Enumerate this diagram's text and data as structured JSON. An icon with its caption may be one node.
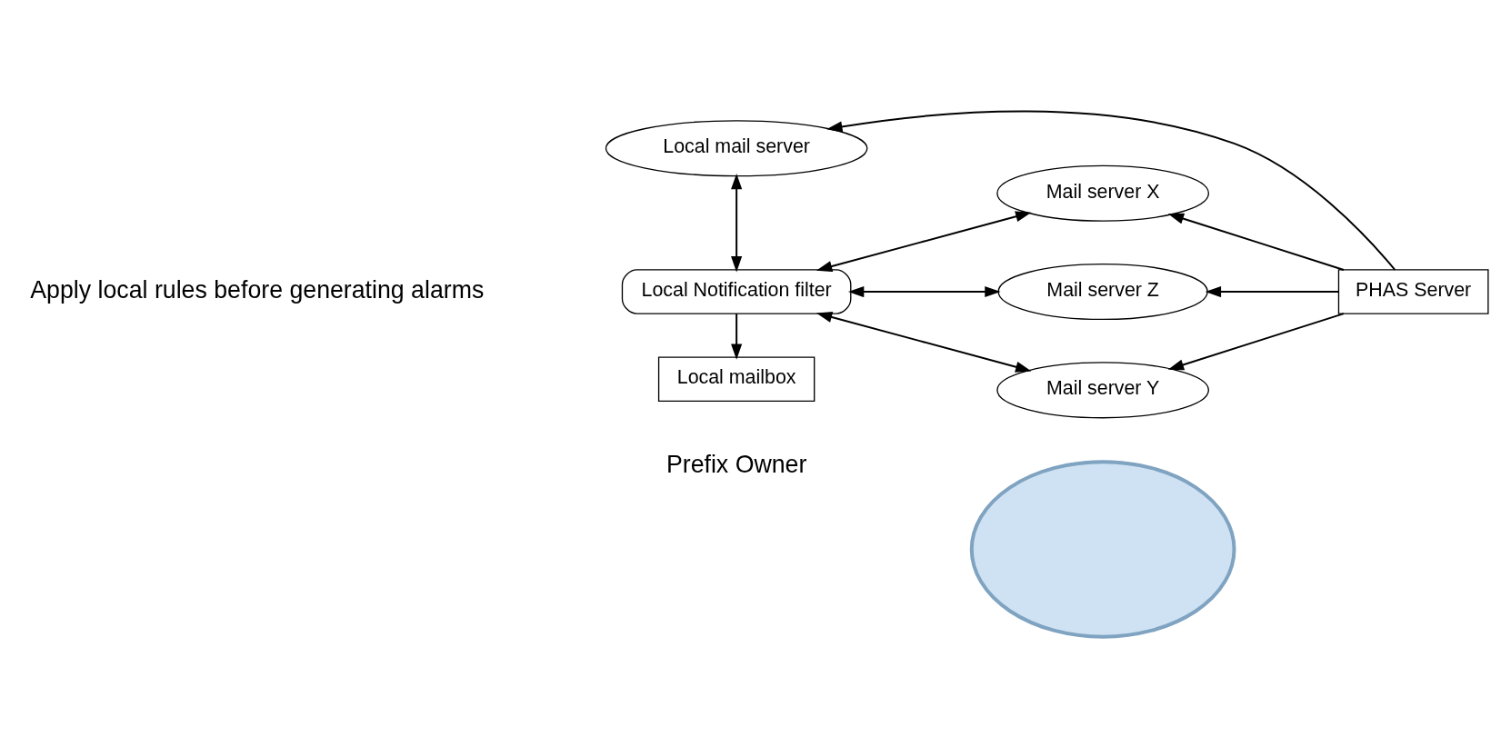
{
  "diagram": {
    "nodes": [
      {
        "text": [
          "Local mail server"
        ]
      },
      {
        "text": [
          "Local Notification filter"
        ]
      },
      {
        "text": [
          "Local mailbox"
        ]
      },
      {
        "text": [
          "Mail server X"
        ]
      },
      {
        "text": [
          "PHAS Server"
        ]
      },
      {
        "text": [
          "Mail server Z"
        ]
      },
      {
        "text": [
          "Mail server Y"
        ]
      },
      {
        "text": [],
        "shape": "cloud"
      }
    ],
    "edges": [
      {
        "from": 4,
        "to": 0,
        "arrow": "to"
      },
      {
        "from": 0,
        "to": 1,
        "arrow": "both"
      },
      {
        "from": 1,
        "to": 2,
        "arrow": "to"
      },
      {
        "from": 4,
        "to": 3,
        "arrow": "to"
      },
      {
        "from": 1,
        "to": 3,
        "arrow": "both"
      },
      {
        "from": 1,
        "to": 5,
        "arrow": "both"
      },
      {
        "from": 1,
        "to": 6,
        "arrow": "both"
      },
      {
        "from": 4,
        "to": 5,
        "arrow": "to"
      },
      {
        "from": 4,
        "to": 6,
        "arrow": "to"
      }
    ],
    "labels": [
      "Apply local rules before generating alarms",
      "Prefix Owner"
    ]
  }
}
